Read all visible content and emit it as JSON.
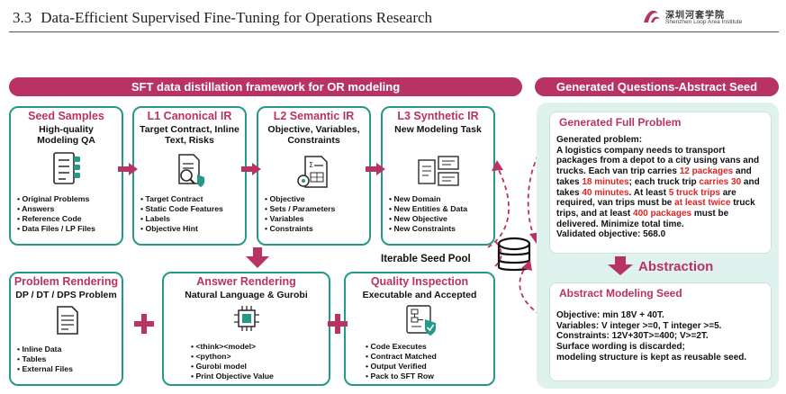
{
  "header": {
    "section_number": "3.3",
    "section_title": "Data-Efficient Supervised Fine-Tuning for Operations Research",
    "institute_cn": "深圳河套学院",
    "institute_en": "Shenzhen Loop Area Institute"
  },
  "framework_banner": "SFT data distillation framework for OR modeling",
  "right_banner": "Generated Questions-Abstract Seed",
  "top_cards": [
    {
      "title": "Seed Samples",
      "subtitle": "High-quality Modeling QA",
      "icon": "checklist-icon",
      "items": [
        "Original Problems",
        "Answers",
        "Reference Code",
        "Data Files / LP Files"
      ]
    },
    {
      "title": "L1 Canonical IR",
      "subtitle": "Target Contract, Inline Text, Risks",
      "icon": "document-magnifier-icon",
      "items": [
        "Target Contract",
        "Static Code Features",
        "Labels",
        "Objective Hint"
      ]
    },
    {
      "title": "L2 Semantic IR",
      "subtitle": "Objective, Variables, Constraints",
      "icon": "formula-document-icon",
      "items": [
        "Objective",
        "Sets / Parameters",
        "Variables",
        "Constraints"
      ]
    },
    {
      "title": "L3 Synthetic IR",
      "subtitle": "New Modeling Task",
      "icon": "documents-stack-icon",
      "items": [
        "New Domain",
        "New Entities & Data",
        "New Objective",
        "New Constraints"
      ]
    }
  ],
  "bottom_cards": [
    {
      "title": "Problem Rendering",
      "subtitle": "DP / DT / DPS Problem",
      "icon": "text-document-icon",
      "items": [
        "Inline Data",
        "Tables",
        "External Files"
      ]
    },
    {
      "title": "Answer Rendering",
      "subtitle": "Natural Language & Gurobi",
      "icon": "chip-icon",
      "items": [
        "<think><model>",
        "<python>",
        "Gurobi model",
        "Print Objective Value"
      ]
    },
    {
      "title": "Quality Inspection",
      "subtitle": "Executable and Accepted",
      "icon": "flowchart-shield-icon",
      "items": [
        "Code Executes",
        "Contract Matched",
        "Output Verified",
        "Pack to SFT Row"
      ]
    }
  ],
  "seed_pool": {
    "label": "Iterable Seed Pool",
    "icon": "database-icon"
  },
  "generated_problem": {
    "title": "Generated Full Problem",
    "heading": "Generated problem:",
    "segments": [
      {
        "text": "A logistics company needs to transport packages from a depot to a city using vans and trucks. Each van trip carries ",
        "hl": false
      },
      {
        "text": "12 packages",
        "hl": true
      },
      {
        "text": " and takes ",
        "hl": false
      },
      {
        "text": "18 minutes",
        "hl": true
      },
      {
        "text": "; each truck trip ",
        "hl": false
      },
      {
        "text": "carries 30",
        "hl": true
      },
      {
        "text": " and takes ",
        "hl": false
      },
      {
        "text": "40 minutes",
        "hl": true
      },
      {
        "text": ". At least ",
        "hl": false
      },
      {
        "text": "5 truck trips",
        "hl": true
      },
      {
        "text": " are required, van trips must be ",
        "hl": false
      },
      {
        "text": "at least twice",
        "hl": true
      },
      {
        "text": " truck trips, and at least ",
        "hl": false
      },
      {
        "text": "400 packages",
        "hl": true
      },
      {
        "text": " must be delivered. Minimize total time.",
        "hl": false
      }
    ],
    "validated": "Validated objective: 568.0"
  },
  "abstraction_label": "Abstraction",
  "abstract_seed": {
    "title": "Abstract Modeling Seed",
    "lines": [
      "Objective: min 18V + 40T.",
      "Variables: V integer >=0, T integer >=5.",
      "Constraints: 12V+30T>=400; V>=2T.",
      "Surface wording is discarded;",
      "modeling structure is kept as reusable seed."
    ]
  },
  "colors": {
    "accent": "#b83363",
    "card_border": "#259987",
    "highlight": "#e02424",
    "panel_bg": "#dff2ee"
  }
}
